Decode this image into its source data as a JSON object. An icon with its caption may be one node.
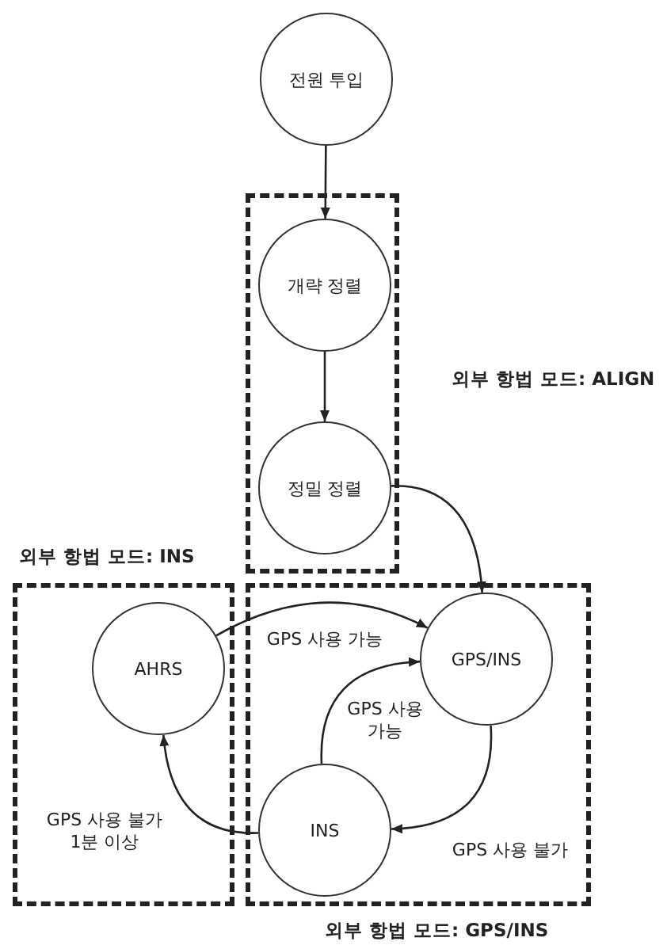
{
  "diagram": {
    "nodes": [
      {
        "text": [
          "전원 투입"
        ]
      },
      {
        "text": [
          "외부 항법 모드: ALIGN"
        ]
      },
      {
        "text": [
          "개략 정렬"
        ],
        "in": 1
      },
      {
        "text": [
          "정밀 정렬"
        ],
        "in": 1
      },
      {
        "text": [
          "외부 항법 모드: INS"
        ]
      },
      {
        "text": [
          "AHRS"
        ],
        "in": 4
      },
      {
        "text": [
          "외부 항법 모드: GPS/INS"
        ]
      },
      {
        "text": [
          "GPS/INS"
        ],
        "in": 6
      },
      {
        "text": [
          "INS"
        ],
        "in": 6
      }
    ],
    "edges": [
      {
        "from": 0,
        "to": 2,
        "arrow": "to"
      },
      {
        "from": 2,
        "to": 3,
        "arrow": "to"
      },
      {
        "from": 3,
        "to": 7,
        "arrow": "to"
      },
      {
        "from": 5,
        "to": 7,
        "arrow": "to",
        "label": "GPS 사용 가능"
      },
      {
        "from": 8,
        "to": 7,
        "arrow": "to",
        "label": "GPS 사용 가능"
      },
      {
        "from": 7,
        "to": 8,
        "arrow": "to",
        "label": "GPS 사용 불가"
      },
      {
        "from": 8,
        "to": 5,
        "arrow": "to",
        "label": "GPS 사용 불가 1분 이상"
      }
    ]
  }
}
